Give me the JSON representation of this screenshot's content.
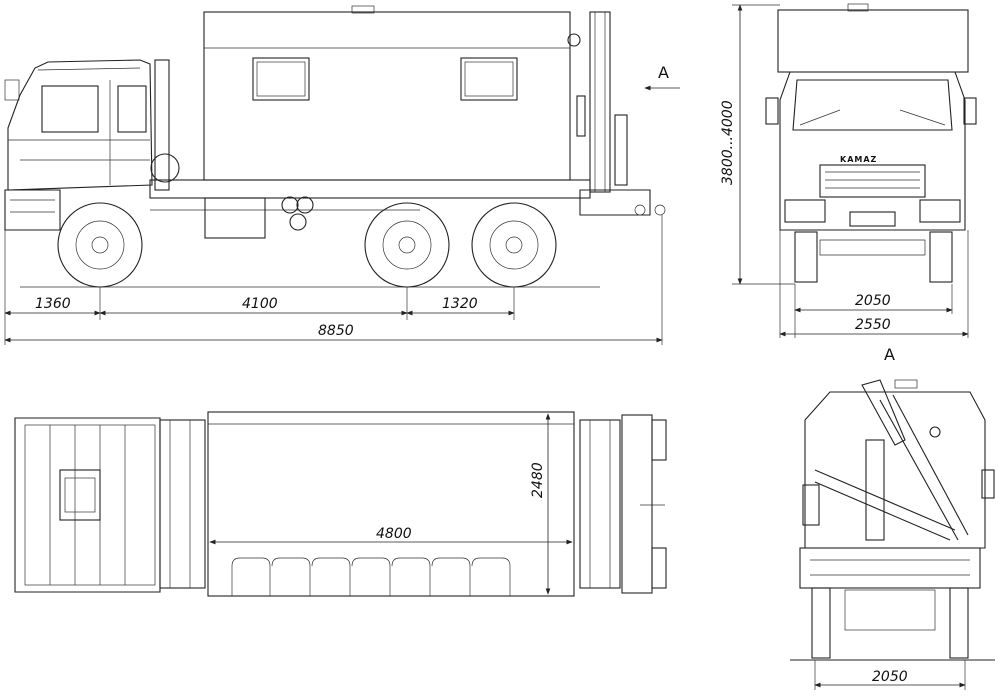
{
  "drawing": {
    "side_view": {
      "dim_front_overhang": "1360",
      "dim_wheelbase": "4100",
      "dim_rear_axles": "1320",
      "dim_total_length": "8850",
      "view_marker": "A"
    },
    "front_view": {
      "dim_height": "3800...4000",
      "dim_track": "2050",
      "dim_width": "2550",
      "brand": "KAMAZ"
    },
    "top_view": {
      "dim_body_length": "4800",
      "dim_body_width": "2480"
    },
    "rear_view": {
      "title": "A",
      "dim_track": "2050"
    }
  }
}
